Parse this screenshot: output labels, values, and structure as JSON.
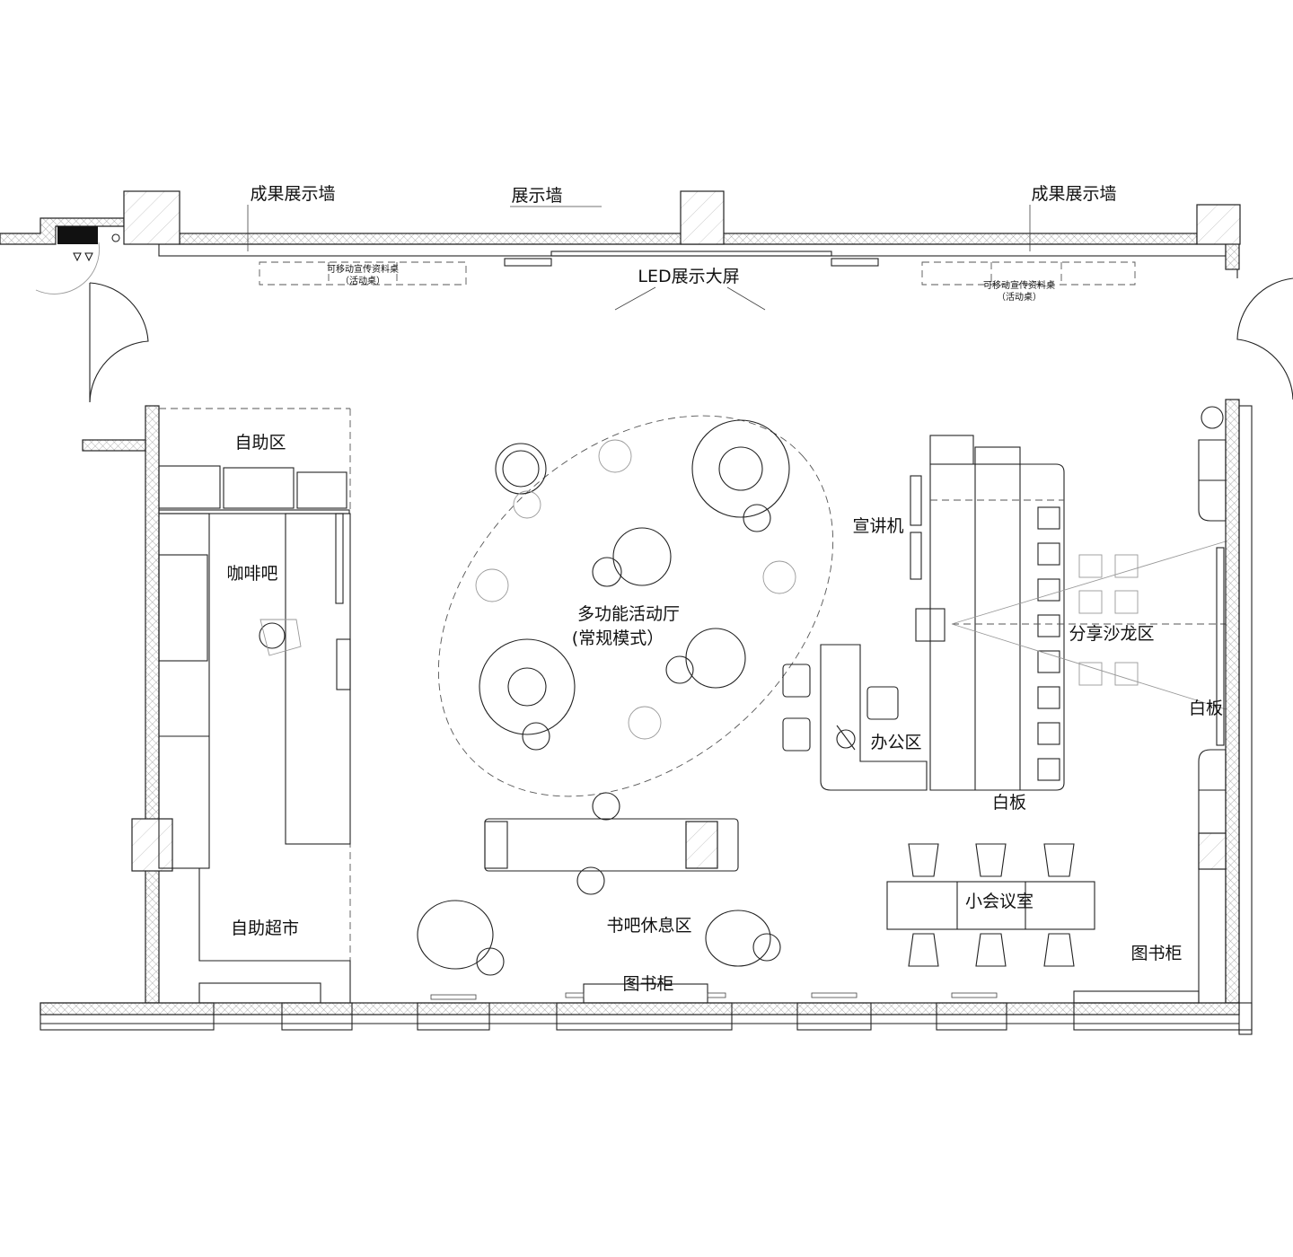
{
  "title": "Floor plan",
  "walls": {
    "achievement_wall_left": "成果展示墙",
    "display_wall": "展示墙",
    "achievement_wall_right": "成果展示墙",
    "led_screen": "LED展示大屏"
  },
  "desks": {
    "left_line1": "可移动宣传资料桌",
    "left_line2": "（活动桌）",
    "right_line1": "可移动宣传资料桌",
    "right_line2": "（活动桌）"
  },
  "zones": {
    "self_service": "自助区",
    "coffee_bar": "咖啡吧",
    "self_supermarket": "自助超市",
    "multi_hall": "多功能活动厅",
    "multi_hall_mode": "(常规模式）",
    "presenter": "宣讲机",
    "salon": "分享沙龙区",
    "whiteboard_right": "白板",
    "office": "办公区",
    "whiteboard_office": "白板",
    "meeting_room": "小会议室",
    "bookcase_right": "图书柜",
    "book_lounge": "书吧休息区",
    "bookcase_bottom": "图书柜"
  }
}
